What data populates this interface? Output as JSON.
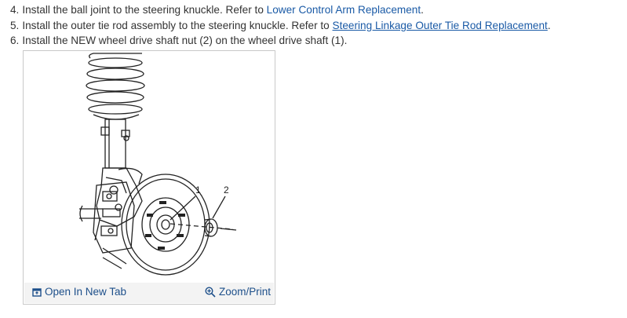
{
  "steps": [
    {
      "num": "4.",
      "text": "Install the ball joint to the steering knuckle. Refer to ",
      "link": "Lower Control Arm Replacement",
      "end": "."
    },
    {
      "num": "5.",
      "text": "Install the outer tie rod assembly to the steering knuckle. Refer to ",
      "link": "Steering Linkage Outer Tie Rod Replacement",
      "end": "."
    },
    {
      "num": "6.",
      "text": "Install the NEW wheel drive shaft nut (2) on the wheel drive shaft (1).",
      "link": "",
      "end": ""
    }
  ],
  "figure": {
    "callouts": [
      "1",
      "2"
    ],
    "open_tab_label": "Open In New Tab",
    "zoom_print_label": "Zoom/Print",
    "open_tab_icon": "open-new-tab-icon",
    "zoom_icon": "zoom-in-icon"
  },
  "colors": {
    "link": "#1a5aa6",
    "footer_text": "#1d4f8a",
    "footer_bg": "#f3f3f3",
    "border": "#c9c9c9"
  }
}
